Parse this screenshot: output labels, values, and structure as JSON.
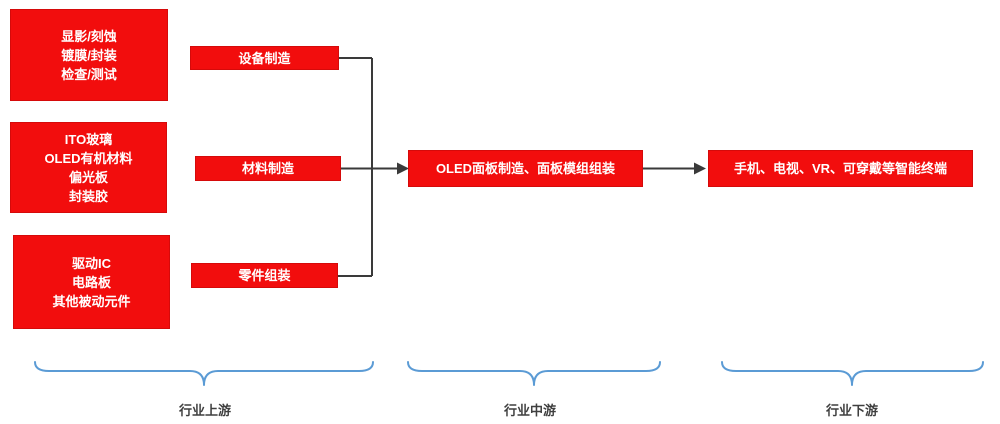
{
  "colors": {
    "box_red": "#F20D0D",
    "box_border": "#D50A0A",
    "brace_blue": "#5B9BD5",
    "connector": "#3A3A3A",
    "label_text": "#3F3F3F"
  },
  "upstream": {
    "source_boxes": [
      {
        "text": "显影/刻蚀\n镀膜/封装\n检查/测试"
      },
      {
        "text": "ITO玻璃\nOLED有机材料\n偏光板\n封装胶"
      },
      {
        "text": "驱动IC\n电路板\n其他被动元件"
      }
    ],
    "process_boxes": [
      {
        "text": "设备制造"
      },
      {
        "text": "材料制造"
      },
      {
        "text": "零件组装"
      }
    ],
    "label": "行业上游"
  },
  "midstream": {
    "box": "OLED面板制造、面板模组组装",
    "label": "行业中游"
  },
  "downstream": {
    "box": "手机、电视、VR、可穿戴等智能终端",
    "label": "行业下游"
  }
}
